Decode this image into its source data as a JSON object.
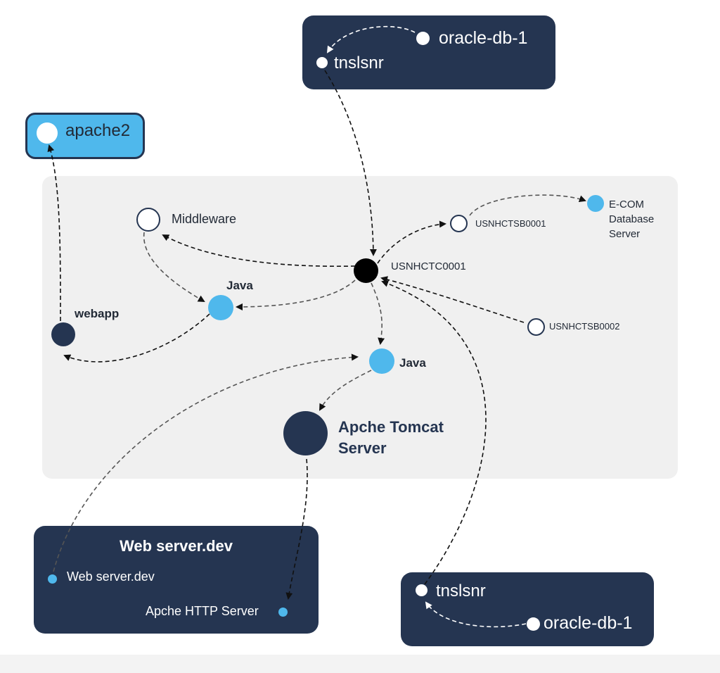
{
  "colors": {
    "navy": "#253551",
    "light_blue": "#4fb8ec",
    "panel": "#f0f0f0",
    "black": "#000000",
    "white": "#ffffff"
  },
  "top_box": {
    "source": "oracle-db-1",
    "listener": "tnslsnr"
  },
  "apache_box": {
    "label": "apache2"
  },
  "cluster": {
    "middleware": "Middleware",
    "java_upper": "Java",
    "webapp": "webapp",
    "hub": "USNHCTC0001",
    "sb1": "USNHCTSB0001",
    "ecom_line1": "E-COM",
    "ecom_line2": "Database",
    "ecom_line3": "Server",
    "sb2": "USNHCTSB0002",
    "java_lower": "Java",
    "tomcat_line1": "Apche Tomcat",
    "tomcat_line2": "Server"
  },
  "web_box": {
    "title": "Web server.dev",
    "item1": "Web server.dev",
    "item2": "Apche HTTP Server"
  },
  "bottom_box": {
    "listener": "tnslsnr",
    "source": "oracle-db-1"
  }
}
